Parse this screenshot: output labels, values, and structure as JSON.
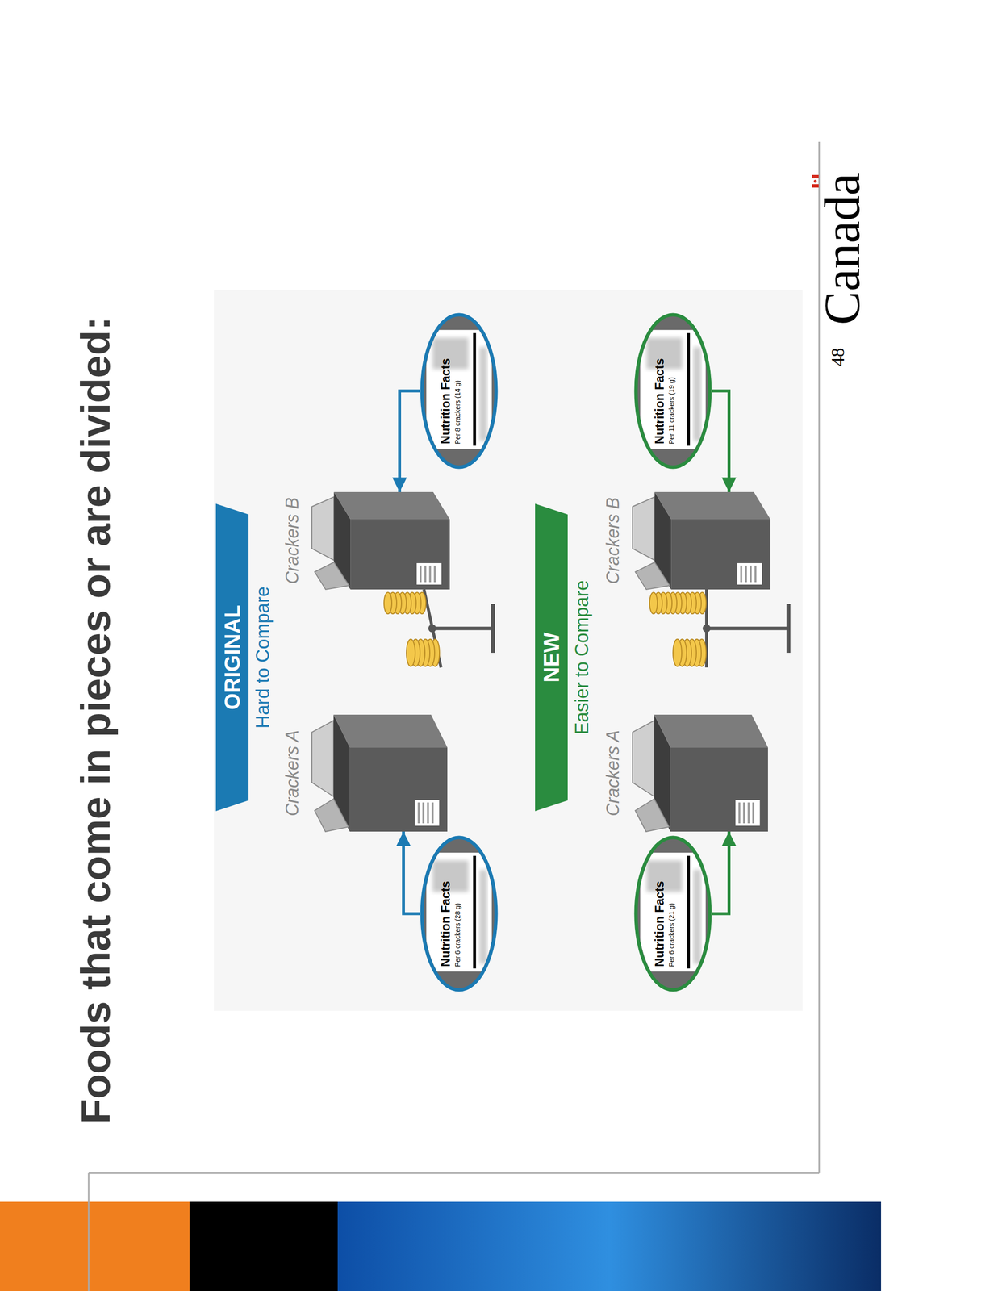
{
  "diagram": {
    "title": "Foods that come in pieces or are divided:",
    "nodes": [
      {
        "text": [
          "ORIGINAL",
          "Hard to Compare"
        ]
      },
      {
        "text": [
          "Crackers A"
        ]
      },
      {
        "text": [
          "Crackers B"
        ]
      },
      {
        "text": [
          "Nutrition Facts",
          "Per 6 crackers (28 g)"
        ]
      },
      {
        "text": [
          "Nutrition Facts",
          "Per 8 crackers (14 g)"
        ]
      },
      {
        "text": [
          "NEW",
          "Easier to Compare"
        ]
      },
      {
        "text": [
          "Crackers A"
        ]
      },
      {
        "text": [
          "Crackers B"
        ]
      },
      {
        "text": [
          "Nutrition Facts",
          "Per 6 crackers (21 g)"
        ]
      },
      {
        "text": [
          "Nutrition Facts",
          "Per 11 crackers (19 g)"
        ]
      }
    ],
    "edges": [
      {
        "from": 3,
        "to": 1,
        "arrow": "to"
      },
      {
        "from": 4,
        "to": 2,
        "arrow": "to"
      },
      {
        "from": 8,
        "to": 6,
        "arrow": "to"
      },
      {
        "from": 9,
        "to": 7,
        "arrow": "to"
      }
    ],
    "labels": [
      "48",
      "Canada"
    ]
  }
}
